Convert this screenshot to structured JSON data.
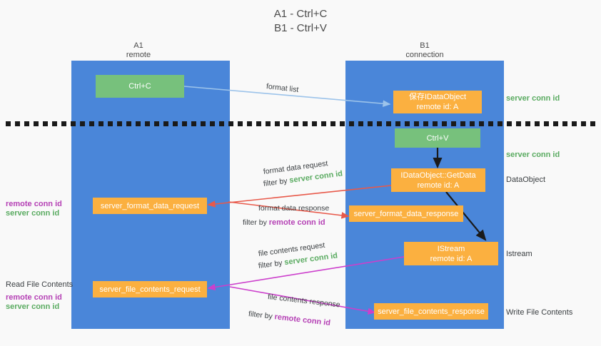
{
  "title": {
    "line1": "A1 - Ctrl+C",
    "line2": "B1 - Ctrl+V"
  },
  "columns": [
    {
      "id": "a1",
      "name": "A1",
      "sub": "remote"
    },
    {
      "id": "b1",
      "name": "B1",
      "sub": "connection"
    }
  ],
  "colors": {
    "lane": "#4a86d9",
    "green_node": "#77c17c",
    "orange_node": "#fbb040",
    "server_conn": "#5aab61",
    "remote_conn": "#b541b5",
    "arrow_blue": "#9cc3ea",
    "arrow_red": "#e8594a",
    "arrow_magenta": "#cc3fcc",
    "arrow_black": "#1a1a1a",
    "background": "#f9f9f9"
  },
  "nodes": {
    "ctrl_c": "Ctrl+C",
    "ctrl_v": "Ctrl+V",
    "save_dataobject_l1": "保存IDataObject",
    "save_dataobject_l2": "remote id: A",
    "getdata_l1": "IDataObject::GetData",
    "getdata_l2": "remote id: A",
    "istream_l1": "IStream",
    "istream_l2": "remote id: A",
    "server_format_data_request": "server_format_data_request",
    "server_format_data_response": "server_format_data_response",
    "server_file_contents_request": "server_file_contents_request",
    "server_file_contents_response": "server_file_contents_response"
  },
  "right_labels": {
    "server_conn_top": "server conn id",
    "server_conn_mid": "server conn id",
    "dataobject": "DataObject",
    "istream": "Istream",
    "write_file_contents": "Write File Contents"
  },
  "left_labels": {
    "remote_conn_1": "remote conn id",
    "server_conn_1": "server conn id",
    "read_file_contents": "Read File Contents",
    "remote_conn_2": "remote conn id",
    "server_conn_2": "server conn id"
  },
  "annotations": {
    "format_list": "format list",
    "format_data_request": "format data request",
    "format_data_request_filter_prefix": "filter by ",
    "format_data_request_filter_value": "server conn id",
    "format_data_response": "format data response",
    "format_data_response_filter_prefix": "filter by ",
    "format_data_response_filter_value": "remote conn id",
    "file_contents_request": "file contents request",
    "file_contents_request_filter_prefix": "filter by ",
    "file_contents_request_filter_value": "server conn id",
    "file_contents_response": "file contents response",
    "file_contents_response_filter_prefix": "filter by ",
    "file_contents_response_filter_value": "remote conn id"
  }
}
